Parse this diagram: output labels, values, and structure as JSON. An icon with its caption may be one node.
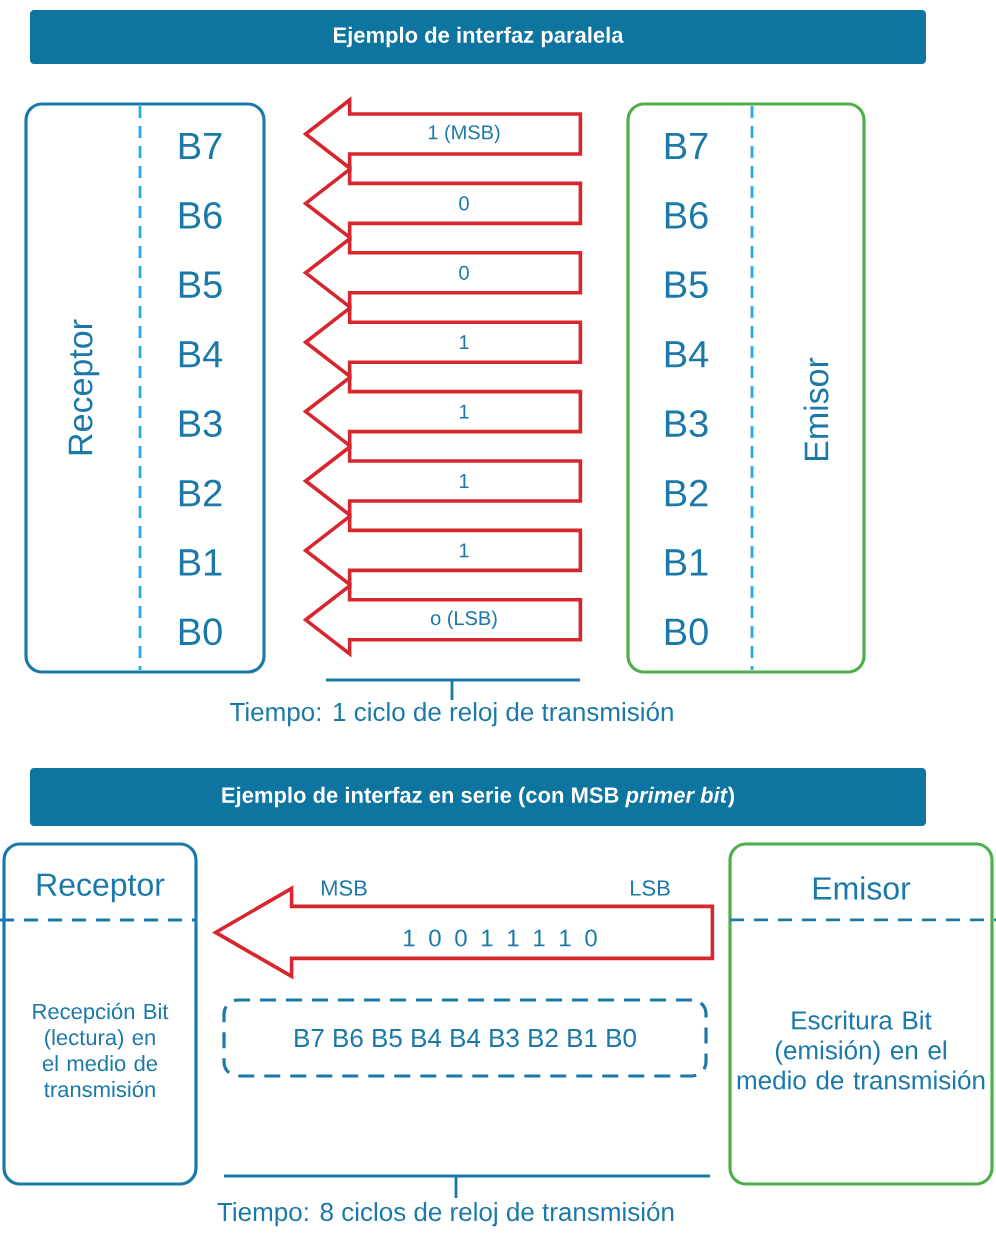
{
  "diagram": {
    "nodes": [
      {
        "text": [
          "Ejemplo de interfaz paralela"
        ]
      },
      {
        "text": [
          "Receptor"
        ]
      },
      {
        "text": [
          "B7"
        ],
        "in": 1
      },
      {
        "text": [
          "B6"
        ],
        "in": 1
      },
      {
        "text": [
          "B5"
        ],
        "in": 1
      },
      {
        "text": [
          "B4"
        ],
        "in": 1
      },
      {
        "text": [
          "B3"
        ],
        "in": 1
      },
      {
        "text": [
          "B2"
        ],
        "in": 1
      },
      {
        "text": [
          "B1"
        ],
        "in": 1
      },
      {
        "text": [
          "B0"
        ],
        "in": 1
      },
      {
        "text": [
          "Emisor"
        ]
      },
      {
        "text": [
          "B7"
        ],
        "in": 10
      },
      {
        "text": [
          "B6"
        ],
        "in": 10
      },
      {
        "text": [
          "B5"
        ],
        "in": 10
      },
      {
        "text": [
          "B4"
        ],
        "in": 10
      },
      {
        "text": [
          "B3"
        ],
        "in": 10
      },
      {
        "text": [
          "B2"
        ],
        "in": 10
      },
      {
        "text": [
          "B1"
        ],
        "in": 10
      },
      {
        "text": [
          "B0"
        ],
        "in": 10
      },
      {
        "text": [
          "Ejemplo de interfaz en serie (con **MSB** *primer bit*)"
        ]
      },
      {
        "text": [
          "Receptor",
          "Recepción Bit (lectura) en el medio de transmisión"
        ]
      },
      {
        "text": [
          "Emisor",
          "Escritura Bit (emisión) en el medio de transmisión"
        ]
      },
      {
        "text": [
          "B7 B6 B5 B4 B4 B3 B2 B1 B0"
        ]
      }
    ],
    "edges": [
      {
        "from": 11,
        "to": 2,
        "arrow": "to",
        "label": "1 (MSB)"
      },
      {
        "from": 12,
        "to": 3,
        "arrow": "to",
        "label": "0"
      },
      {
        "from": 13,
        "to": 4,
        "arrow": "to",
        "label": "0"
      },
      {
        "from": 14,
        "to": 5,
        "arrow": "to",
        "label": "1"
      },
      {
        "from": 15,
        "to": 6,
        "arrow": "to",
        "label": "1"
      },
      {
        "from": 16,
        "to": 7,
        "arrow": "to",
        "label": "1"
      },
      {
        "from": 17,
        "to": 8,
        "arrow": "to",
        "label": "1"
      },
      {
        "from": 18,
        "to": 9,
        "arrow": "to",
        "label": "o (LSB)"
      },
      {
        "from": 21,
        "to": 20,
        "arrow": "to",
        "label": "1 0 0 1 1 1 1 0"
      }
    ],
    "labels": [
      "Tiempo: 1 ciclo de reloj de transmisión",
      "MSB",
      "LSB",
      "Tiempo: 8 ciclos de reloj de transmisión"
    ]
  }
}
